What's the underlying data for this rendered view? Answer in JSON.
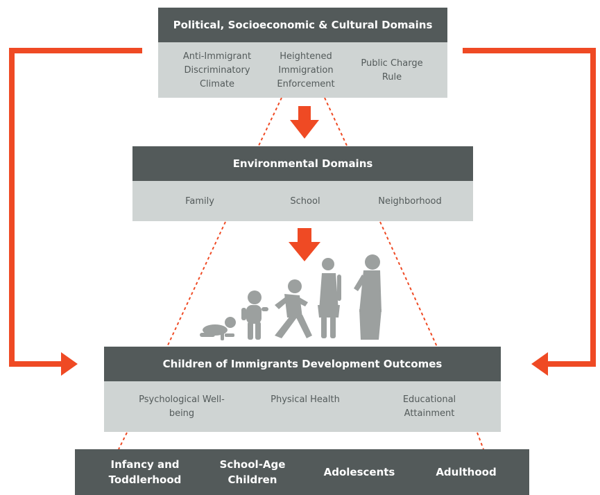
{
  "colors": {
    "header": "#535a5a",
    "body": "#cfd4d3",
    "accent": "#ef4a24",
    "silhouette": "#9ca09f"
  },
  "top": {
    "title": "Political, Socioeconomic & Cultural Domains",
    "items": [
      "Anti-Immigrant Discriminatory Climate",
      "Heightened Immigration Enforcement",
      "Public Charge Rule"
    ]
  },
  "middle": {
    "title": "Environmental Domains",
    "items": [
      "Family",
      "School",
      "Neighborhood"
    ]
  },
  "bottom": {
    "title": "Children of Immigrants Development Outcomes",
    "items": [
      "Psychological Well-being",
      "Physical Health",
      "Educational Attainment"
    ]
  },
  "stages": [
    "Infancy and Toddlerhood",
    "School-Age Children",
    "Adolescents",
    "Adulthood"
  ],
  "silhouettes": [
    "infant-crawling-icon",
    "toddler-icon",
    "child-running-icon",
    "adolescent-icon",
    "adult-icon"
  ]
}
